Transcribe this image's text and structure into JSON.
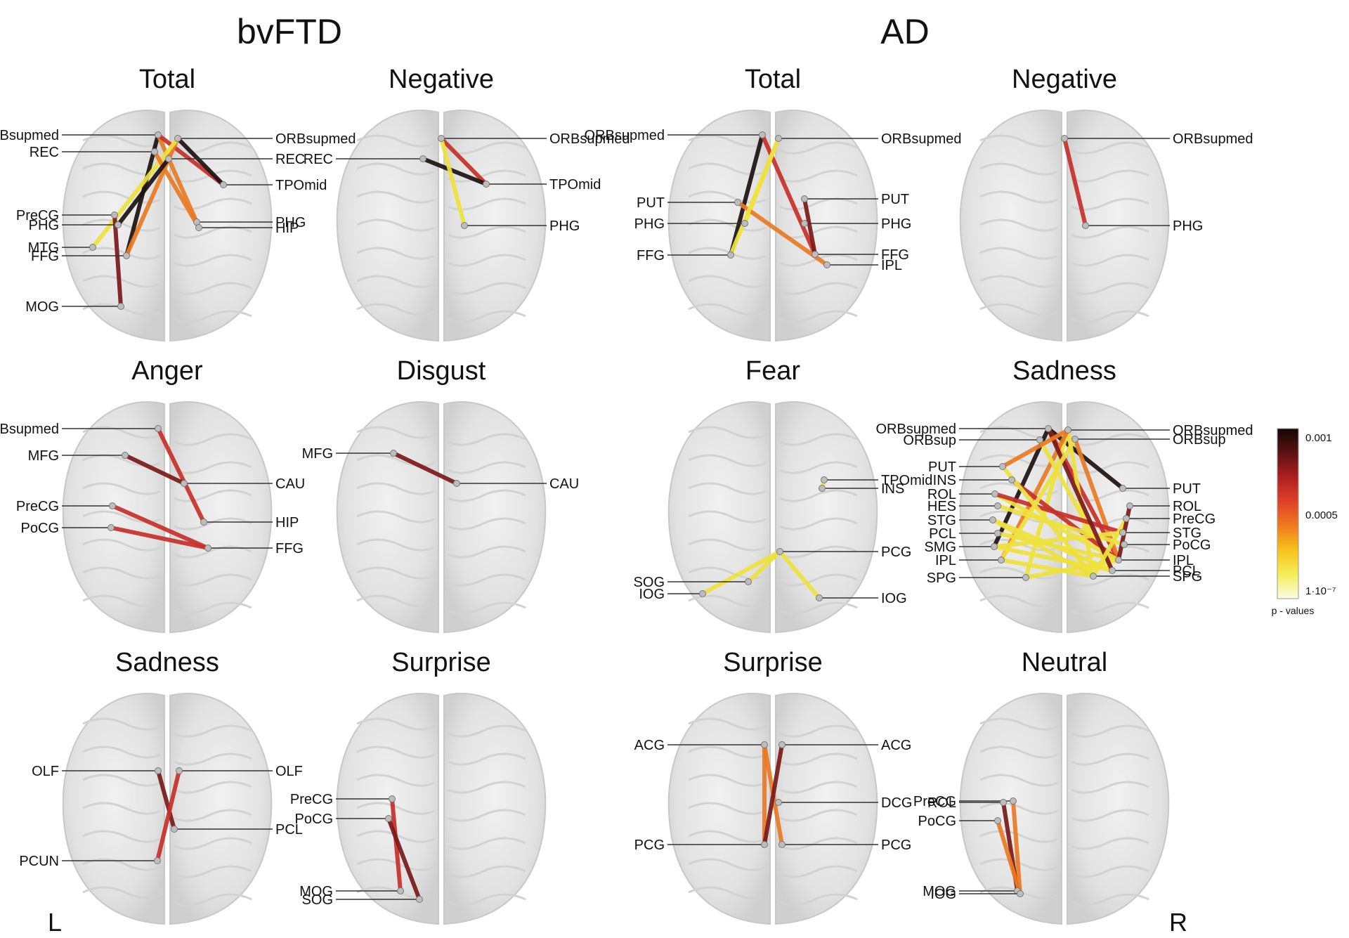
{
  "groups": {
    "left": "bvFTD",
    "right": "AD"
  },
  "sides": {
    "left": "L",
    "right": "R"
  },
  "legend": {
    "ticks": [
      "0.001",
      "0.0005",
      "1·10⁻⁷"
    ],
    "caption": "p - values",
    "gradient": [
      "#140606",
      "#5a1212",
      "#b01f1f",
      "#e0402a",
      "#f07a1e",
      "#f7c21a",
      "#f4ee58",
      "#fbfbe4"
    ]
  },
  "colors": {
    "black": "#1e1212",
    "darkred": "#7a1a1a",
    "red": "#c8302a",
    "orange": "#ea7a22",
    "yellow": "#efe23e",
    "brain": "#dcdcdc"
  },
  "panels": [
    {
      "id": "bvftd-total",
      "title": "Total",
      "nodes": [
        {
          "id": "a",
          "label": "ORBsupmed",
          "side": "L"
        },
        {
          "id": "b",
          "label": "REC",
          "side": "L"
        },
        {
          "id": "c",
          "label": "ORBsupmed",
          "side": "R"
        },
        {
          "id": "d",
          "label": "REC",
          "side": "R"
        },
        {
          "id": "e",
          "label": "TPOmid",
          "side": "R"
        },
        {
          "id": "f",
          "label": "PreCG",
          "side": "L"
        },
        {
          "id": "g",
          "label": "PHG",
          "side": "L"
        },
        {
          "id": "h",
          "label": "MTG",
          "side": "L"
        },
        {
          "id": "i",
          "label": "FFG",
          "side": "L"
        },
        {
          "id": "j",
          "label": "PHG",
          "side": "R"
        },
        {
          "id": "k",
          "label": "HIP",
          "side": "R"
        },
        {
          "id": "l",
          "label": "MOG",
          "side": "L"
        }
      ],
      "edges": [
        [
          "a",
          "i",
          "black"
        ],
        [
          "a",
          "j",
          "orange"
        ],
        [
          "a",
          "e",
          "red"
        ],
        [
          "c",
          "i",
          "orange"
        ],
        [
          "c",
          "e",
          "black"
        ],
        [
          "c",
          "h",
          "yellow"
        ],
        [
          "b",
          "k",
          "orange"
        ],
        [
          "f",
          "l",
          "darkred"
        ],
        [
          "d",
          "g",
          "black"
        ]
      ]
    },
    {
      "id": "bvftd-negative",
      "title": "Negative",
      "nodes": [
        {
          "id": "a",
          "label": "ORBsupmed",
          "side": "R"
        },
        {
          "id": "b",
          "label": "REC",
          "side": "L"
        },
        {
          "id": "c",
          "label": "TPOmid",
          "side": "R"
        },
        {
          "id": "d",
          "label": "PHG",
          "side": "R"
        }
      ],
      "edges": [
        [
          "a",
          "c",
          "red"
        ],
        [
          "b",
          "c",
          "black"
        ],
        [
          "a",
          "d",
          "yellow"
        ]
      ]
    },
    {
      "id": "ad-total",
      "title": "Total",
      "nodes": [
        {
          "id": "a",
          "label": "ORBsupmed",
          "side": "L"
        },
        {
          "id": "b",
          "label": "ORBsupmed",
          "side": "R"
        },
        {
          "id": "c",
          "label": "PUT",
          "side": "L"
        },
        {
          "id": "d",
          "label": "PUT",
          "side": "R"
        },
        {
          "id": "e",
          "label": "PHG",
          "side": "L"
        },
        {
          "id": "f",
          "label": "PHG",
          "side": "R"
        },
        {
          "id": "g",
          "label": "FFG",
          "side": "L"
        },
        {
          "id": "h",
          "label": "FFG",
          "side": "R"
        },
        {
          "id": "i",
          "label": "IPL",
          "side": "R"
        }
      ],
      "edges": [
        [
          "a",
          "g",
          "black"
        ],
        [
          "a",
          "h",
          "red"
        ],
        [
          "b",
          "e",
          "yellow"
        ],
        [
          "c",
          "i",
          "orange"
        ],
        [
          "d",
          "h",
          "darkred"
        ],
        [
          "b",
          "g",
          "yellow"
        ]
      ]
    },
    {
      "id": "ad-negative",
      "title": "Negative",
      "nodes": [
        {
          "id": "a",
          "label": "ORBsupmed",
          "side": "R"
        },
        {
          "id": "b",
          "label": "PHG",
          "side": "R"
        }
      ],
      "edges": [
        [
          "a",
          "b",
          "red"
        ]
      ]
    },
    {
      "id": "bvftd-anger",
      "title": "Anger",
      "nodes": [
        {
          "id": "a",
          "label": "ORBsupmed",
          "side": "L"
        },
        {
          "id": "b",
          "label": "MFG",
          "side": "L"
        },
        {
          "id": "c",
          "label": "CAU",
          "side": "R"
        },
        {
          "id": "d",
          "label": "PreCG",
          "side": "L"
        },
        {
          "id": "e",
          "label": "HIP",
          "side": "R"
        },
        {
          "id": "f",
          "label": "PoCG",
          "side": "L"
        },
        {
          "id": "g",
          "label": "FFG",
          "side": "R"
        }
      ],
      "edges": [
        [
          "a",
          "e",
          "red"
        ],
        [
          "b",
          "c",
          "darkred"
        ],
        [
          "d",
          "g",
          "red"
        ],
        [
          "f",
          "g",
          "red"
        ]
      ]
    },
    {
      "id": "bvftd-disgust",
      "title": "Disgust",
      "nodes": [
        {
          "id": "a",
          "label": "MFG",
          "side": "L"
        },
        {
          "id": "b",
          "label": "CAU",
          "side": "R"
        }
      ],
      "edges": [
        [
          "a",
          "b",
          "darkred"
        ]
      ]
    },
    {
      "id": "ad-fear",
      "title": "Fear",
      "nodes": [
        {
          "id": "a",
          "label": "TPOmid",
          "side": "R"
        },
        {
          "id": "b",
          "label": "INS",
          "side": "R"
        },
        {
          "id": "c",
          "label": "PCG",
          "side": "R"
        },
        {
          "id": "d",
          "label": "IOG",
          "side": "L"
        },
        {
          "id": "e",
          "label": "IOG",
          "side": "R"
        },
        {
          "id": "f",
          "label": "SOG",
          "side": "L"
        }
      ],
      "edges": [
        [
          "a",
          "b",
          "yellow"
        ],
        [
          "c",
          "d",
          "yellow"
        ],
        [
          "c",
          "e",
          "yellow"
        ],
        [
          "c",
          "f",
          "yellow"
        ]
      ]
    },
    {
      "id": "ad-sadness",
      "title": "Sadness",
      "nodes": [
        {
          "id": "a",
          "label": "ORBsupmed",
          "side": "L"
        },
        {
          "id": "b",
          "label": "ORBsup",
          "side": "L"
        },
        {
          "id": "c",
          "label": "PUT",
          "side": "L"
        },
        {
          "id": "d",
          "label": "INS",
          "side": "L"
        },
        {
          "id": "e",
          "label": "ROL",
          "side": "L"
        },
        {
          "id": "f",
          "label": "HES",
          "side": "L"
        },
        {
          "id": "g",
          "label": "STG",
          "side": "L"
        },
        {
          "id": "h",
          "label": "PCL",
          "side": "L"
        },
        {
          "id": "i",
          "label": "SMG",
          "side": "L"
        },
        {
          "id": "j",
          "label": "IPL",
          "side": "L"
        },
        {
          "id": "k",
          "label": "SPG",
          "side": "L"
        },
        {
          "id": "l",
          "label": "ORBsupmed",
          "side": "R"
        },
        {
          "id": "m",
          "label": "ORBsup",
          "side": "R"
        },
        {
          "id": "n",
          "label": "PUT",
          "side": "R"
        },
        {
          "id": "o",
          "label": "ROL",
          "side": "R"
        },
        {
          "id": "p",
          "label": "PreCG",
          "side": "R"
        },
        {
          "id": "q",
          "label": "STG",
          "side": "R"
        },
        {
          "id": "r",
          "label": "PoCG",
          "side": "R"
        },
        {
          "id": "s",
          "label": "IPL",
          "side": "R"
        },
        {
          "id": "t",
          "label": "PCL",
          "side": "R"
        },
        {
          "id": "u",
          "label": "SPG",
          "side": "R"
        }
      ],
      "edges": [
        [
          "a",
          "n",
          "black"
        ],
        [
          "a",
          "s",
          "red"
        ],
        [
          "a",
          "i",
          "black"
        ],
        [
          "l",
          "k",
          "yellow"
        ],
        [
          "l",
          "u",
          "yellow"
        ],
        [
          "l",
          "j",
          "orange"
        ],
        [
          "m",
          "s",
          "orange"
        ],
        [
          "b",
          "t",
          "yellow"
        ],
        [
          "d",
          "s",
          "red"
        ],
        [
          "e",
          "s",
          "yellow"
        ],
        [
          "e",
          "q",
          "red"
        ],
        [
          "f",
          "r",
          "yellow"
        ],
        [
          "g",
          "t",
          "yellow"
        ],
        [
          "g",
          "u",
          "yellow"
        ],
        [
          "h",
          "s",
          "yellow"
        ],
        [
          "i",
          "q",
          "yellow"
        ],
        [
          "i",
          "t",
          "yellow"
        ],
        [
          "j",
          "u",
          "yellow"
        ],
        [
          "k",
          "s",
          "yellow"
        ],
        [
          "c",
          "u",
          "yellow"
        ],
        [
          "a",
          "t",
          "darkred"
        ],
        [
          "m",
          "j",
          "yellow"
        ],
        [
          "p",
          "u",
          "yellow"
        ],
        [
          "l",
          "c",
          "orange"
        ],
        [
          "o",
          "s",
          "darkred"
        ]
      ]
    },
    {
      "id": "bvftd-sadness",
      "title": "Sadness",
      "nodes": [
        {
          "id": "a",
          "label": "OLF",
          "side": "L"
        },
        {
          "id": "b",
          "label": "OLF",
          "side": "R"
        },
        {
          "id": "c",
          "label": "PCL",
          "side": "R"
        },
        {
          "id": "d",
          "label": "PCUN",
          "side": "L"
        }
      ],
      "edges": [
        [
          "a",
          "c",
          "darkred"
        ],
        [
          "b",
          "d",
          "red"
        ]
      ]
    },
    {
      "id": "bvftd-surprise",
      "title": "Surprise",
      "nodes": [
        {
          "id": "a",
          "label": "PreCG",
          "side": "L"
        },
        {
          "id": "b",
          "label": "PoCG",
          "side": "L"
        },
        {
          "id": "c",
          "label": "MOG",
          "side": "L"
        },
        {
          "id": "d",
          "label": "SOG",
          "side": "L"
        }
      ],
      "edges": [
        [
          "a",
          "c",
          "red"
        ],
        [
          "b",
          "d",
          "darkred"
        ]
      ]
    },
    {
      "id": "ad-surprise",
      "title": "Surprise",
      "nodes": [
        {
          "id": "a",
          "label": "ACG",
          "side": "L"
        },
        {
          "id": "b",
          "label": "ACG",
          "side": "R"
        },
        {
          "id": "c",
          "label": "DCG",
          "side": "R"
        },
        {
          "id": "d",
          "label": "PCG",
          "side": "L"
        },
        {
          "id": "e",
          "label": "PCG",
          "side": "R"
        }
      ],
      "edges": [
        [
          "a",
          "d",
          "orange"
        ],
        [
          "a",
          "e",
          "orange"
        ],
        [
          "b",
          "d",
          "darkred"
        ]
      ]
    },
    {
      "id": "ad-neutral",
      "title": "Neutral",
      "nodes": [
        {
          "id": "a",
          "label": "PreCG",
          "side": "L"
        },
        {
          "id": "b",
          "label": "ROL",
          "side": "L"
        },
        {
          "id": "c",
          "label": "PoCG",
          "side": "L"
        },
        {
          "id": "d",
          "label": "MOG",
          "side": "L"
        },
        {
          "id": "e",
          "label": "IOG",
          "side": "L"
        }
      ],
      "edges": [
        [
          "a",
          "e",
          "orange"
        ],
        [
          "b",
          "d",
          "darkred"
        ],
        [
          "c",
          "e",
          "orange"
        ]
      ]
    }
  ]
}
